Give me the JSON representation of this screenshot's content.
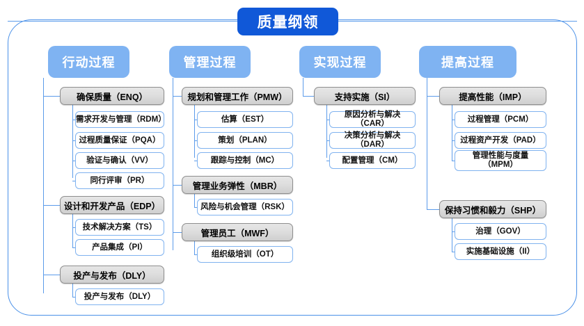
{
  "diagram": {
    "title": "质量纲领",
    "frame_color": "#4a90e8",
    "title_color": "#1058d8",
    "header_color": "#7fb3f2",
    "group_color": "#dedede",
    "item_border_color": "#7fb2ef",
    "columns": [
      {
        "header": "行动过程",
        "groups": [
          {
            "label": "确保质量（ENQ）",
            "items": [
              {
                "label": "需求开发与管理（RDM）"
              },
              {
                "label": "过程质量保证（PQA）"
              },
              {
                "label": "验证与确认（VV）"
              },
              {
                "label": "同行评审（PR）"
              }
            ]
          },
          {
            "label": "设计和开发产品（EDP）",
            "items": [
              {
                "label": "技术解决方案（TS）"
              },
              {
                "label": "产品集成（PI）"
              }
            ]
          },
          {
            "label": "投产与发布（DLY）",
            "items": [
              {
                "label": "投产与发布（DLY）"
              }
            ]
          }
        ]
      },
      {
        "header": "管理过程",
        "groups": [
          {
            "label": "规划和管理工作（PMW）",
            "items": [
              {
                "label": "估算（EST）"
              },
              {
                "label": "策划（PLAN）"
              },
              {
                "label": "跟踪与控制（MC）"
              }
            ]
          },
          {
            "label": "管理业务弹性（MBR）",
            "items": [
              {
                "label": "风险与机会管理（RSK）"
              }
            ]
          },
          {
            "label": "管理员工（MWF）",
            "items": [
              {
                "label": "组织级培训（OT）"
              }
            ]
          }
        ]
      },
      {
        "header": "实现过程",
        "groups": [
          {
            "label": "支持实施（SI）",
            "items": [
              {
                "label": "原因分析与解决（CAR）"
              },
              {
                "label": "决策分析与解决（DAR）"
              },
              {
                "label": "配置管理（CM）"
              }
            ]
          }
        ]
      },
      {
        "header": "提高过程",
        "groups": [
          {
            "label": "提高性能（IMP）",
            "items": [
              {
                "label": "过程管理（PCM）"
              },
              {
                "label": "过程资产开发（PAD）"
              },
              {
                "label": "管理性能与度量",
                "label2": "（MPM）"
              }
            ]
          },
          {
            "label": "保持习惯和毅力（SHP）",
            "items": [
              {
                "label": "治理（GOV）"
              },
              {
                "label": "实施基础设施（II）"
              }
            ]
          }
        ]
      }
    ]
  }
}
